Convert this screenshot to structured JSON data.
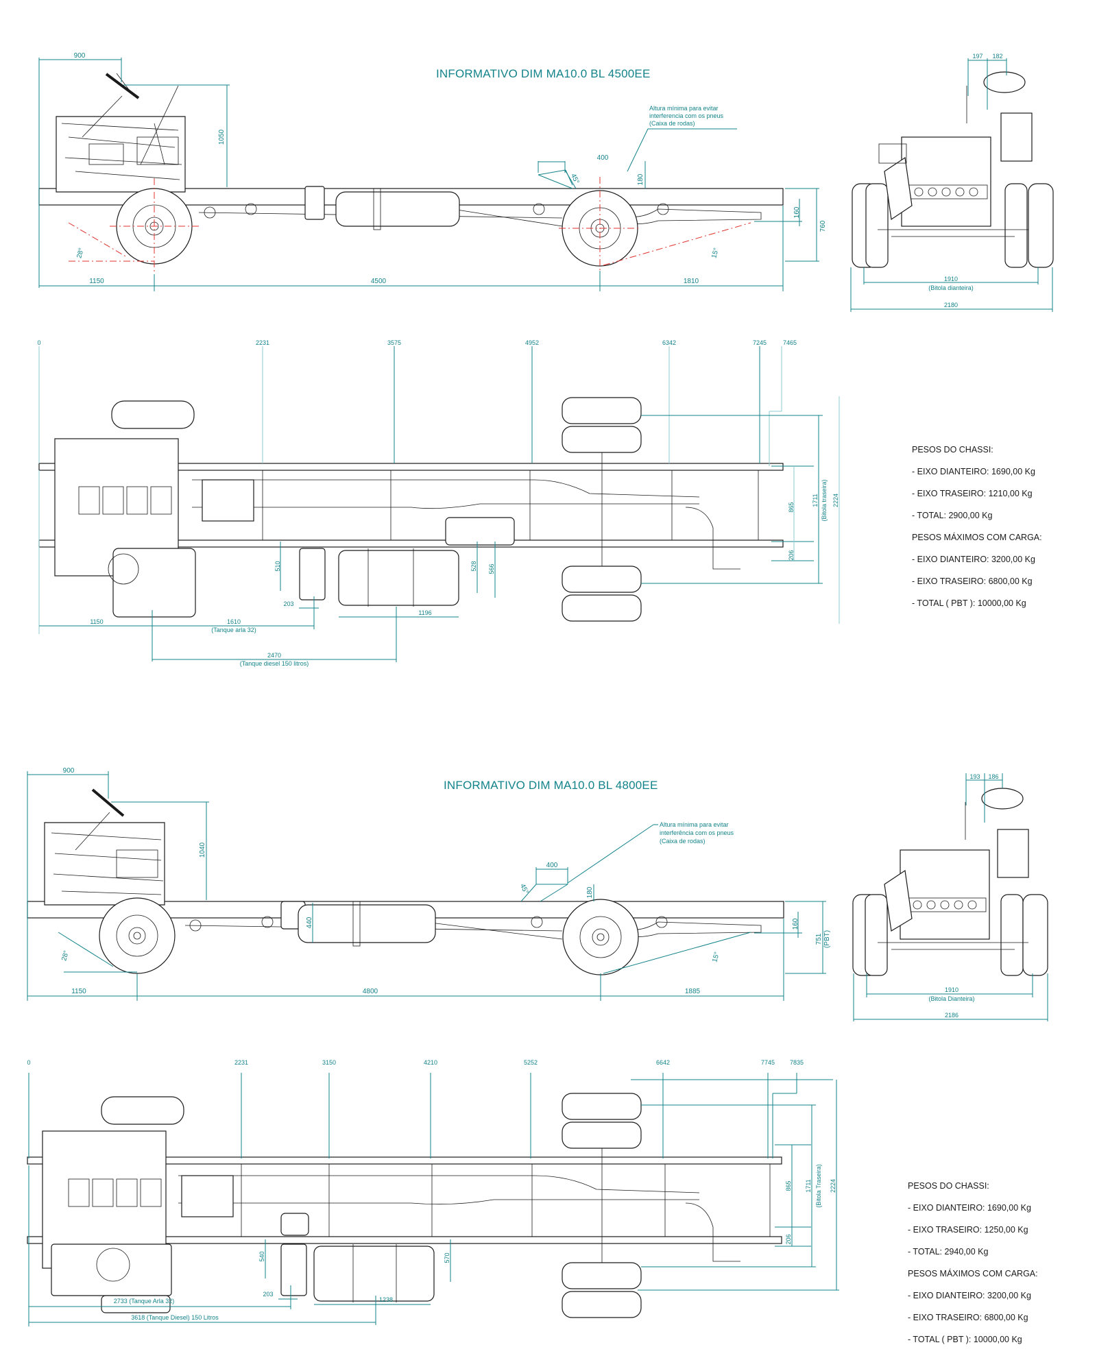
{
  "colors": {
    "dimension": "#12838a",
    "line_art": "#1a1a1a",
    "centerline": "#e0312d",
    "background": "#ffffff"
  },
  "sheets": [
    {
      "title": "INFORMATIVO DIM MA10.0 BL 4500EE",
      "side_view": {
        "front_overhang_to_wheel": "900",
        "steering_height": "1050",
        "approach_angle": "28°",
        "departure_angle": "15°",
        "wheel_arch_angle": "45°",
        "wheel_arch_width": "400",
        "wheel_arch_height": "180",
        "front_overhang": "1150",
        "wheelbase": "4500",
        "rear_overhang": "1810",
        "rear_frame_drop": "160",
        "frame_height": "760",
        "frame_height_note": "",
        "note_lines": [
          "Altura mínima para evitar",
          "interferencia com os pneus",
          "(Caixa de rodas)"
        ]
      },
      "front_view": {
        "offset_left": "197",
        "offset_right": "182",
        "front_track": "1910",
        "front_track_label": "(Bitola dianteira)",
        "overall_width": "2180"
      },
      "top_view": {
        "stations": [
          "0",
          "2231",
          "3575",
          "4952",
          "6342",
          "7245",
          "7465"
        ],
        "frame_width": "865",
        "offset_206": "206",
        "rear_track": "1711",
        "rear_track_label": "(Bitola traseira)",
        "overall_width": "2224",
        "arla_height": "510",
        "arla_width": "203",
        "diesel_height_a": "528",
        "diesel_height_b": "566",
        "diesel_length": "1196",
        "front_overhang": "1150",
        "arla_position": "1610",
        "arla_label": "(Tanque arla 32)",
        "diesel_position": "2470",
        "diesel_label": "(Tanque diesel 150 litros)",
        "combined_labels": []
      },
      "weights": {
        "chassis_heading": "PESOS DO CHASSI:",
        "chassis": [
          "- EIXO DIANTEIRO: 1690,00 Kg",
          "- EIXO TRASEIRO: 1210,00 Kg",
          "- TOTAL: 2900,00 Kg"
        ],
        "max_heading": "PESOS MÁXIMOS COM CARGA:",
        "max": [
          "- EIXO DIANTEIRO: 3200,00 Kg",
          "- EIXO TRASEIRO: 6800,00 Kg",
          "- TOTAL ( PBT ): 10000,00 Kg"
        ]
      }
    },
    {
      "title": "INFORMATIVO DIM MA10.0 BL 4800EE",
      "side_view": {
        "front_overhang_to_wheel": "900",
        "steering_height": "1040",
        "approach_angle": "28°",
        "departure_angle": "15°",
        "wheel_arch_angle": "45°",
        "wheel_arch_width": "400",
        "wheel_arch_height": "180",
        "front_overhang": "1150",
        "wheelbase": "4800",
        "rear_overhang": "1885",
        "rear_frame_drop": "160",
        "frame_height": "751",
        "frame_height_note": "(PBT)",
        "tank_height": "440",
        "note_lines": [
          "Altura mínima para evitar",
          "interferência com os pneus",
          "(Caixa de rodas)"
        ]
      },
      "front_view": {
        "offset_left": "193",
        "offset_right": "186",
        "front_track": "1910",
        "front_track_label": "(Bitola Dianteira)",
        "overall_width": "2186"
      },
      "top_view": {
        "stations": [
          "0",
          "2231",
          "3150",
          "4210",
          "5252",
          "6642",
          "7745",
          "7835"
        ],
        "frame_width": "865",
        "offset_206": "206",
        "rear_track": "1711",
        "rear_track_label": "(Bitola Traseira)",
        "overall_width": "2224",
        "arla_height": "540",
        "arla_width": "203",
        "diesel_height_b": "570",
        "diesel_length": "1238",
        "combined_labels": [
          "2733  (Tanque Arla 32)",
          "3618  (Tanque Diesel) 150 Litros"
        ]
      },
      "weights": {
        "chassis_heading": "PESOS DO CHASSI:",
        "chassis": [
          "- EIXO DIANTEIRO: 1690,00 Kg",
          "- EIXO TRASEIRO: 1250,00 Kg",
          "- TOTAL: 2940,00 Kg"
        ],
        "max_heading": "PESOS MÁXIMOS COM CARGA:",
        "max": [
          "- EIXO DIANTEIRO: 3200,00 Kg",
          "- EIXO TRASEIRO: 6800,00 Kg",
          "- TOTAL ( PBT ): 10000,00 Kg"
        ]
      }
    }
  ]
}
